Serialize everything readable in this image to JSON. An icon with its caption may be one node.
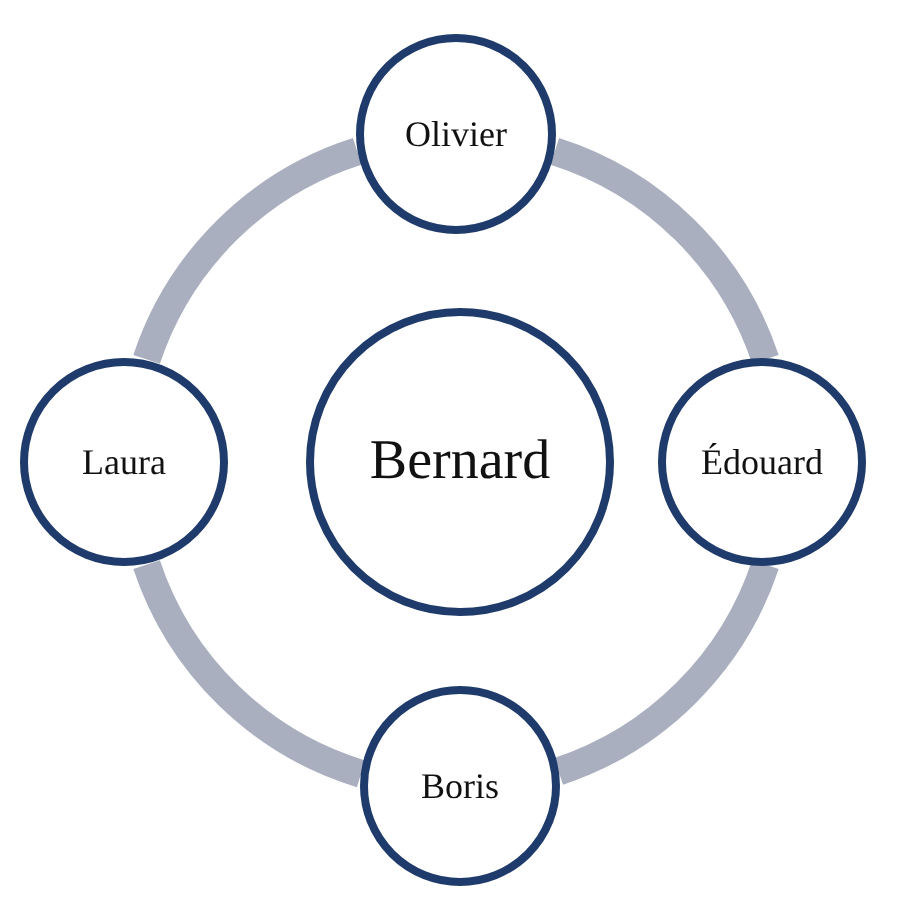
{
  "diagram": {
    "nodes": [
      {
        "text": [
          "Olivier"
        ]
      },
      {
        "text": [
          "Laura"
        ]
      },
      {
        "text": [
          "Bernard"
        ]
      },
      {
        "text": [
          "Édouard"
        ]
      },
      {
        "text": [
          "Boris"
        ]
      }
    ],
    "edges": [
      {
        "from": 0,
        "to": 3,
        "arrow": "none"
      },
      {
        "from": 3,
        "to": 4,
        "arrow": "none"
      },
      {
        "from": 4,
        "to": 1,
        "arrow": "none"
      },
      {
        "from": 1,
        "to": 0,
        "arrow": "none"
      }
    ]
  }
}
